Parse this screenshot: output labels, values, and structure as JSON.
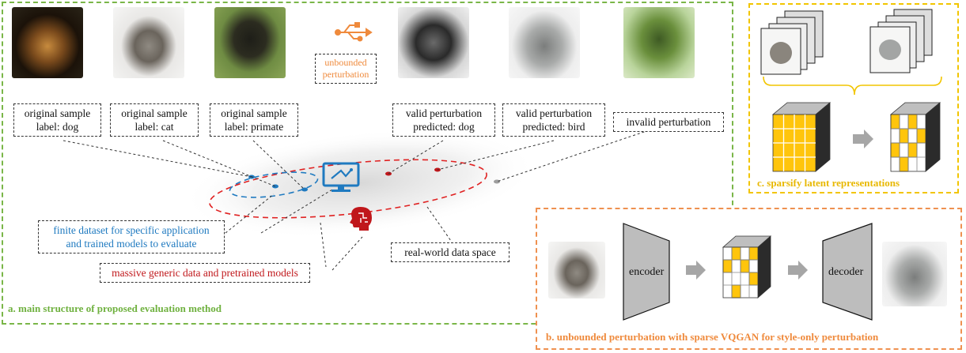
{
  "panel_a": {
    "caption": "a. main structure of proposed evaluation method",
    "samples": [
      {
        "line1": "original sample",
        "line2": "label: dog"
      },
      {
        "line1": "original sample",
        "line2": "label: cat"
      },
      {
        "line1": "original sample",
        "line2": "label: primate"
      }
    ],
    "perturbations": [
      {
        "line1": "valid perturbation",
        "line2": "predicted: dog"
      },
      {
        "line1": "valid perturbation",
        "line2": "predicted: bird"
      },
      {
        "line1": "invalid perturbation"
      }
    ],
    "unbounded": {
      "line1": "unbounded",
      "line2": "perturbation"
    },
    "finite_dataset": {
      "line1": "finite dataset for specific application",
      "line2": "and trained models to evaluate"
    },
    "massive_data": "massive generic data and pretrained models",
    "real_world": "real-world data space"
  },
  "panel_b": {
    "caption": "b. unbounded perturbation with sparse VQGAN for style-only perturbation",
    "encoder": "encoder",
    "decoder": "decoder"
  },
  "panel_c": {
    "caption": "c. sparsify latent representations"
  },
  "colors": {
    "green": "#7ab648",
    "yellow": "#f2c500",
    "orange": "#ef9150",
    "blue": "#1f7ac0",
    "red": "#c0171b",
    "gray": "#9e9e9e"
  }
}
